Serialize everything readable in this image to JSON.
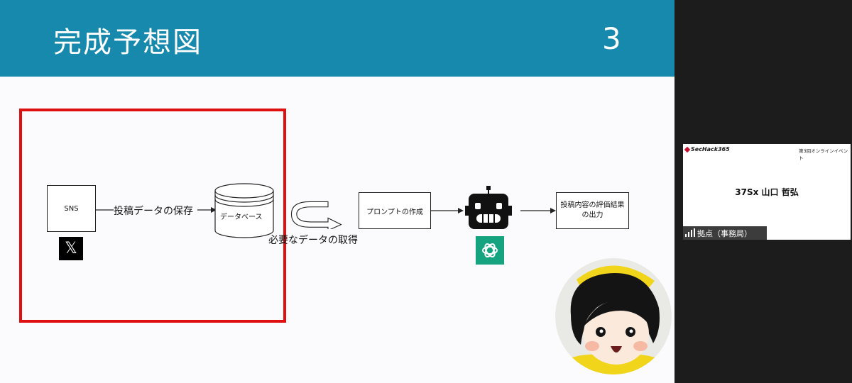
{
  "slide": {
    "title": "完成予想図",
    "page_number": "3",
    "diagram": {
      "sns_label": "SNS",
      "arrow_store_label": "投稿データの保存",
      "database_label": "データベース",
      "fetch_label": "必要なデータの取得",
      "prompt_label": "プロンプトの作成",
      "output_label_line1": "投稿内容の評価結果",
      "output_label_line2": "の出力",
      "x_logo_glyph": "𝕏"
    },
    "highlight_color": "#e01010",
    "header_color": "#1789ad"
  },
  "participant": {
    "brand": "SecHack365",
    "event": "第3回オンラインイベント",
    "name": "37Sx 山口 哲弘",
    "location_label": "拠点（事務局）"
  }
}
